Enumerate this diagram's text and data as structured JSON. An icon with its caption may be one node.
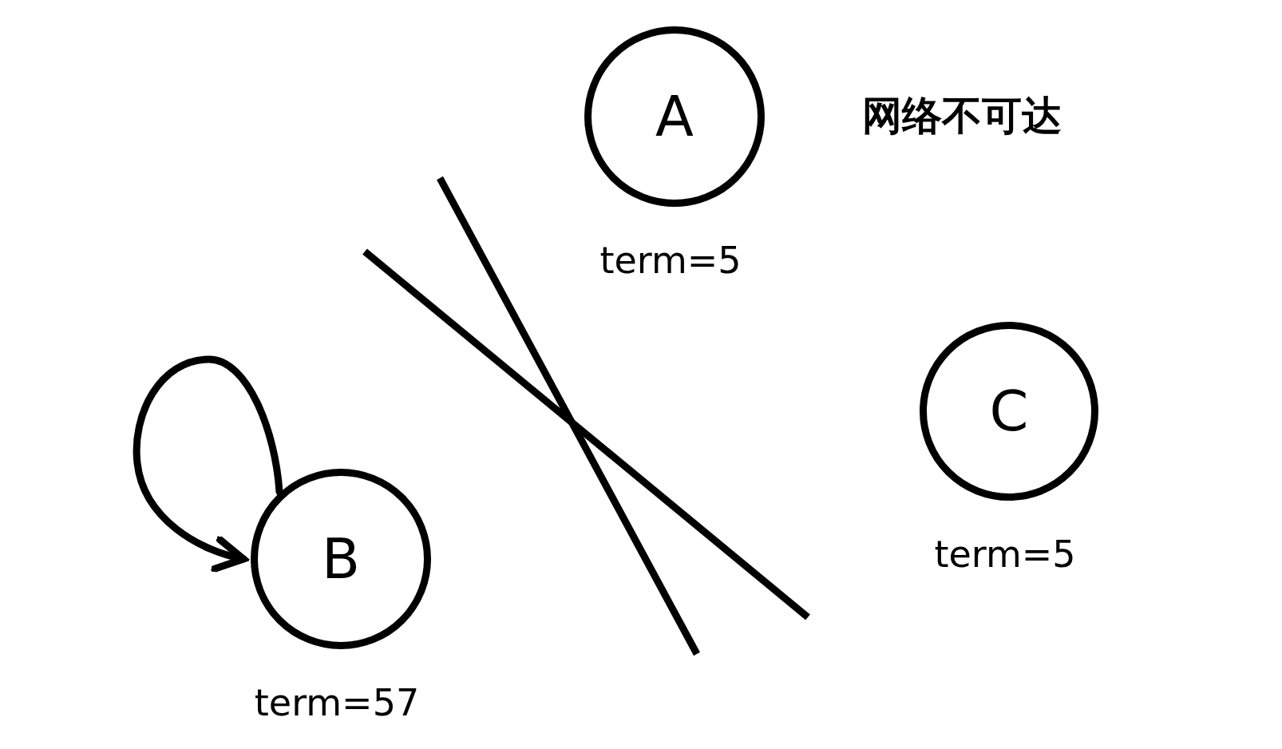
{
  "diagram": {
    "nodes": [
      {
        "text": [
          "A"
        ],
        "beside": [
          "term=5"
        ]
      },
      {
        "text": [
          "B"
        ],
        "beside": [
          "term=57"
        ]
      },
      {
        "text": [
          "C"
        ],
        "beside": [
          "term=5"
        ]
      }
    ],
    "edges": [
      {
        "from": 1,
        "to": 1,
        "arrow": "to"
      }
    ],
    "labels": [
      "网络不可达"
    ]
  }
}
